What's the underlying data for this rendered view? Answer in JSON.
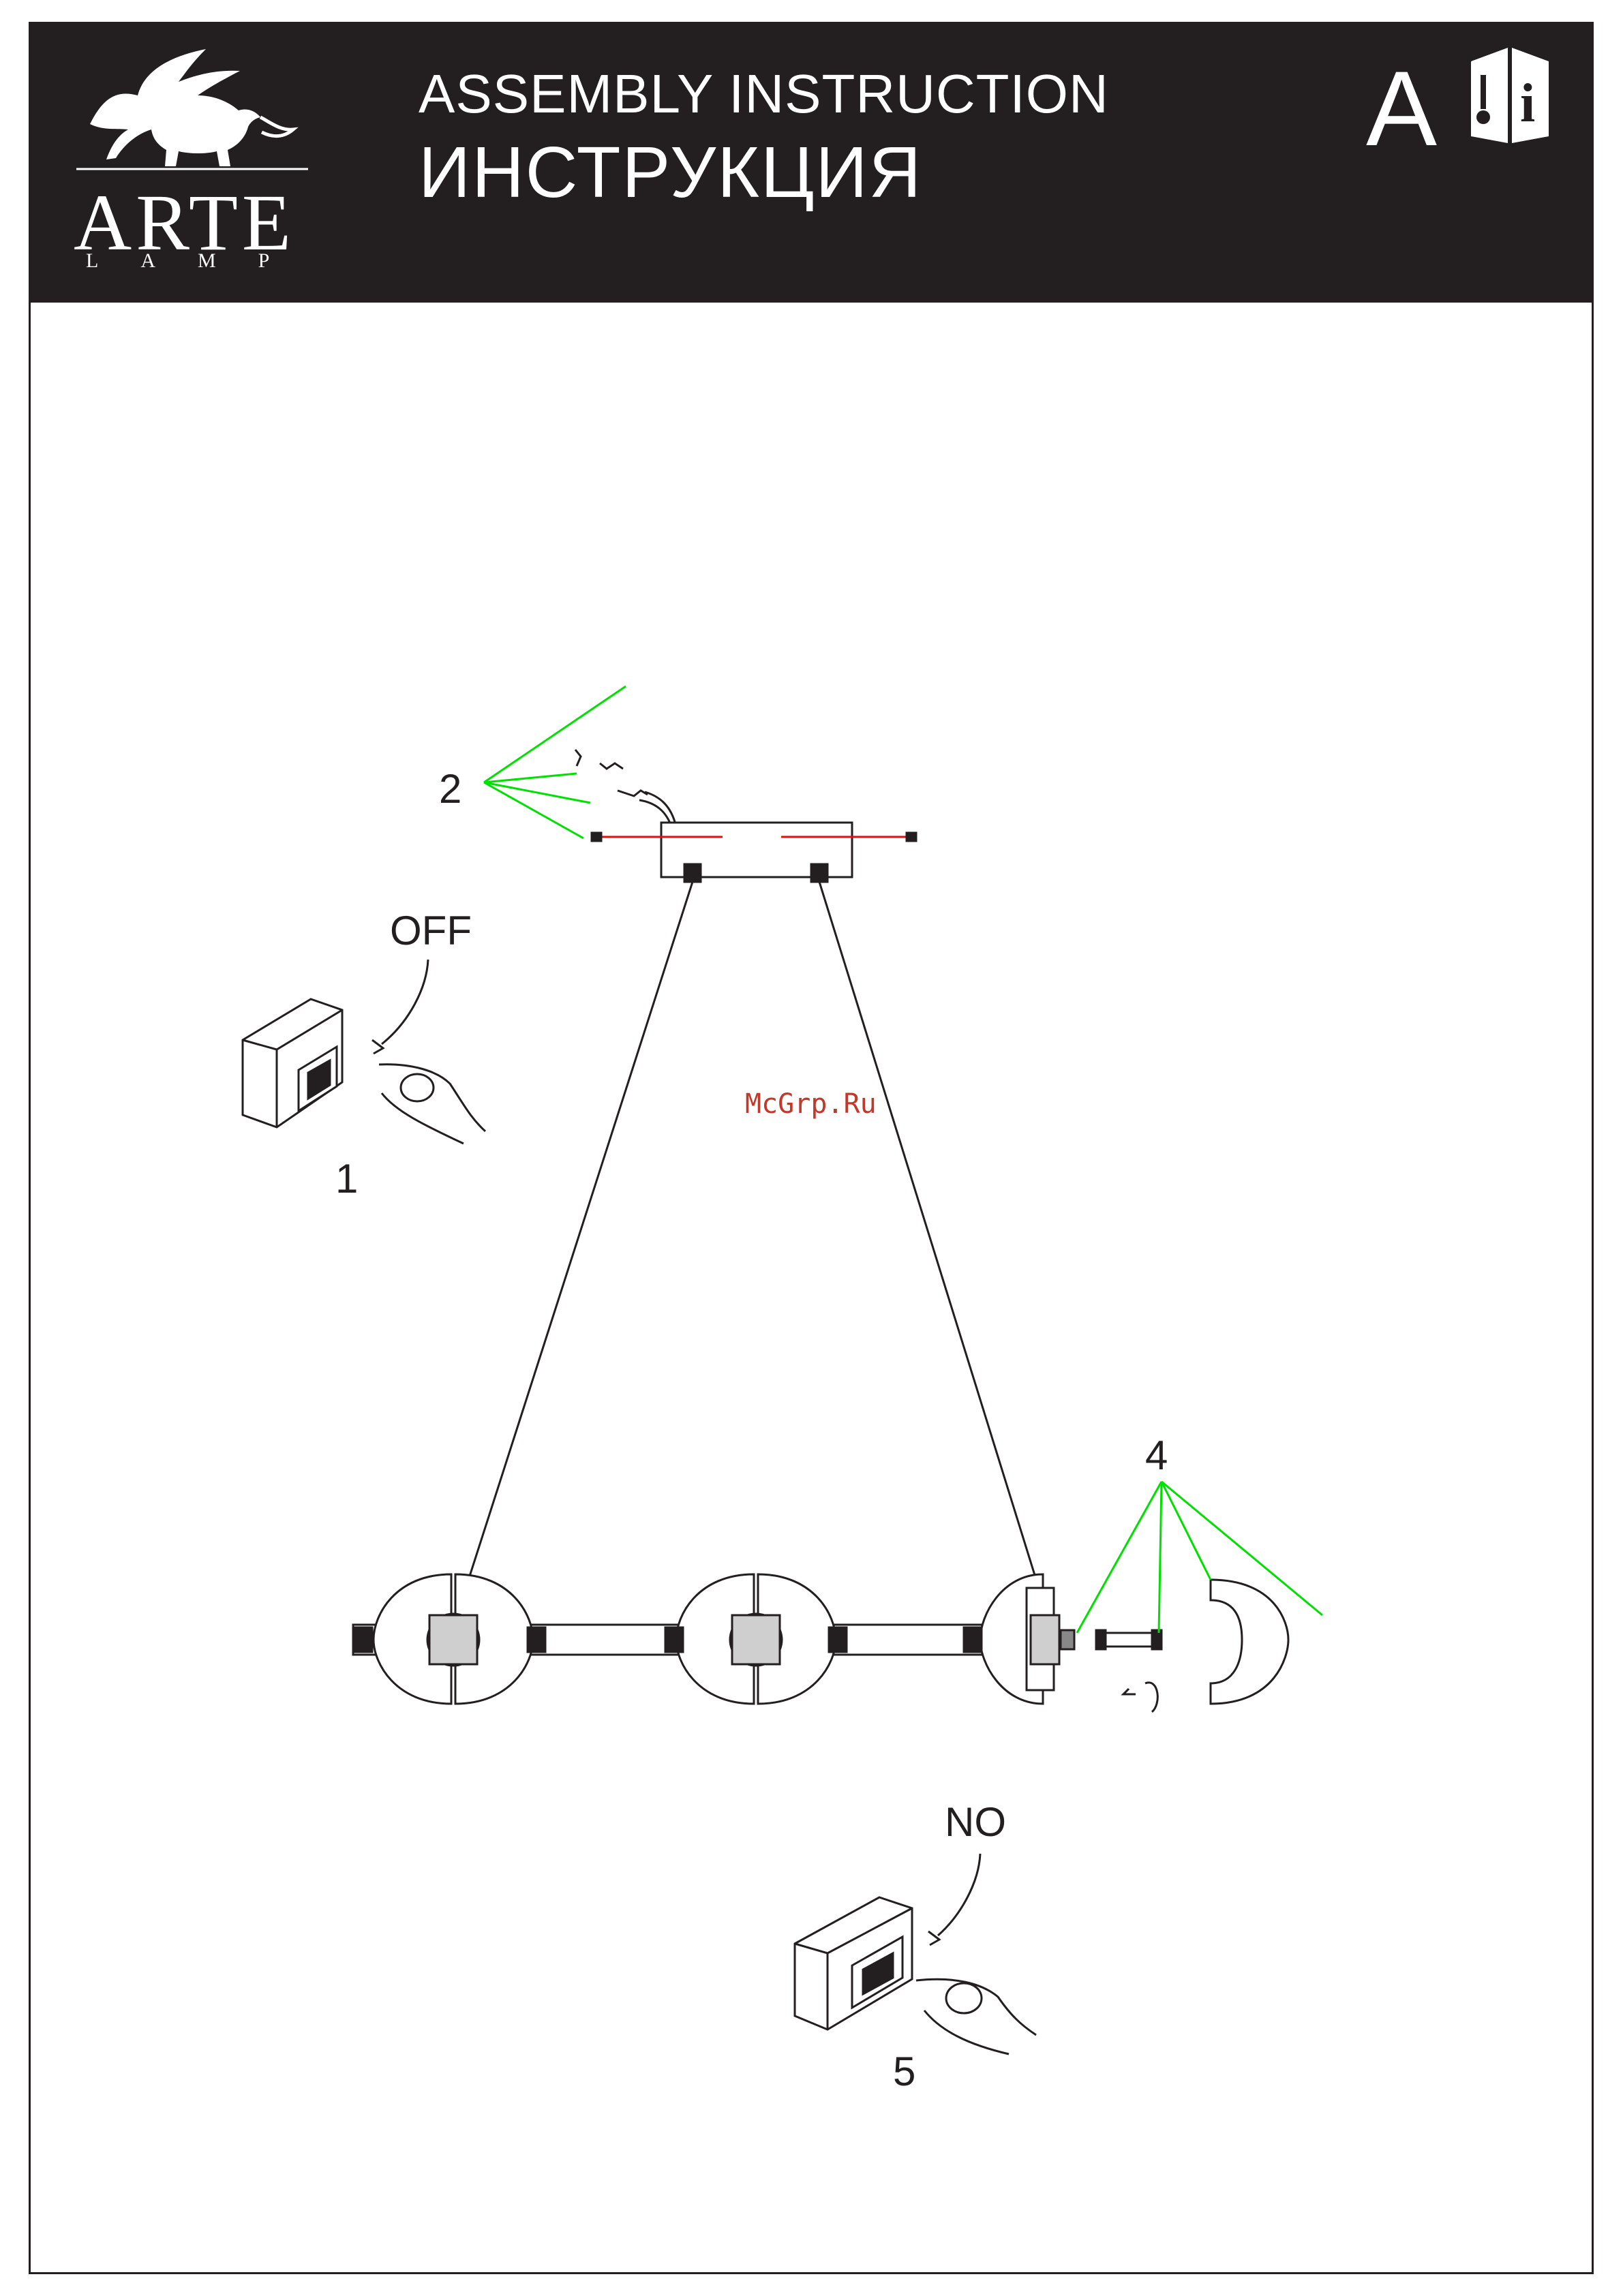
{
  "header": {
    "brand_name": "ARTE",
    "brand_sub": "LAMP",
    "title_en": "ASSEMBLY  INSTRUCTION",
    "title_ru": "ИНСТРУКЦИЯ",
    "section_letter": "A",
    "manual_icon": "instruction-manual-icon",
    "logo_icon": "gryphon-logo-icon"
  },
  "steps": {
    "step1_number": "1",
    "step1_caption": "OFF",
    "step2_number": "2",
    "step4_number": "4",
    "step5_number": "5",
    "step5_caption": "NO"
  },
  "watermark": "McGrp.Ru",
  "colors": {
    "header_bg": "#231f20",
    "leader_lines": "#00e000",
    "wire": "#e01010",
    "watermark": "#c0392b"
  }
}
